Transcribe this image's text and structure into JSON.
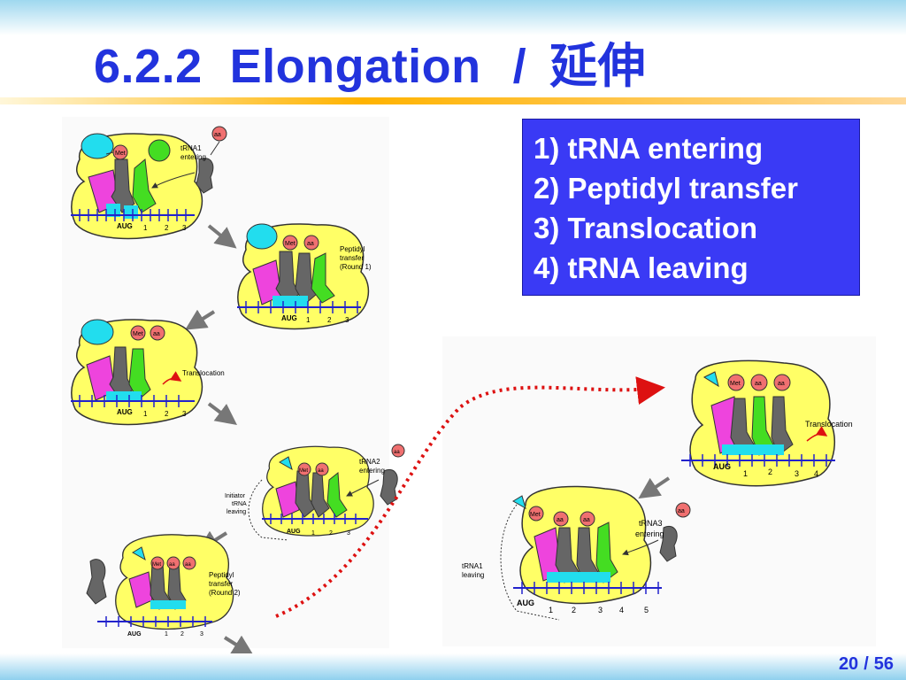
{
  "slide": {
    "title_number": "6.2.2",
    "title_text": "Elongation",
    "title_separator": "/",
    "title_chinese": "延伸",
    "page_current": "20",
    "page_separator": "/",
    "page_total": "56"
  },
  "steps": [
    "1) tRNA entering",
    "2) Peptidyl transfer",
    "3) Translocation",
    "4) tRNA leaving"
  ],
  "labels": {
    "aa": "aa",
    "met": "Met",
    "aug": "AUG",
    "trna1_entering": [
      "tRNA1",
      "entering"
    ],
    "peptidyl_round1": [
      "Peptidyl",
      "transfer",
      "(Round 1)"
    ],
    "translocation": "Translocation",
    "trna2_entering": [
      "tRNA2",
      "entering"
    ],
    "initiator_leaving": [
      "Initiator",
      "tRNA",
      "leaving"
    ],
    "peptidyl_round2": [
      "Peptidyl",
      "transfer",
      "(Round 2)"
    ],
    "trna3_entering": [
      "tRNA3",
      "entering"
    ],
    "trna1_leaving": [
      "tRNA1",
      "leaving"
    ],
    "codon_numbers": [
      "1",
      "2",
      "3",
      "4",
      "5"
    ]
  },
  "colors": {
    "title_blue": "#2233dd",
    "ribosome_yellow": "#ffff66",
    "cyan_subunit": "#22ddee",
    "magenta_trna": "#ee44dd",
    "green_trna": "#44dd22",
    "gray_trna": "#666666",
    "aa_bead": "#f07070",
    "mrna_blue": "#2222cc",
    "dotted_red": "#dd1111",
    "step_box": "#3a3af5"
  }
}
